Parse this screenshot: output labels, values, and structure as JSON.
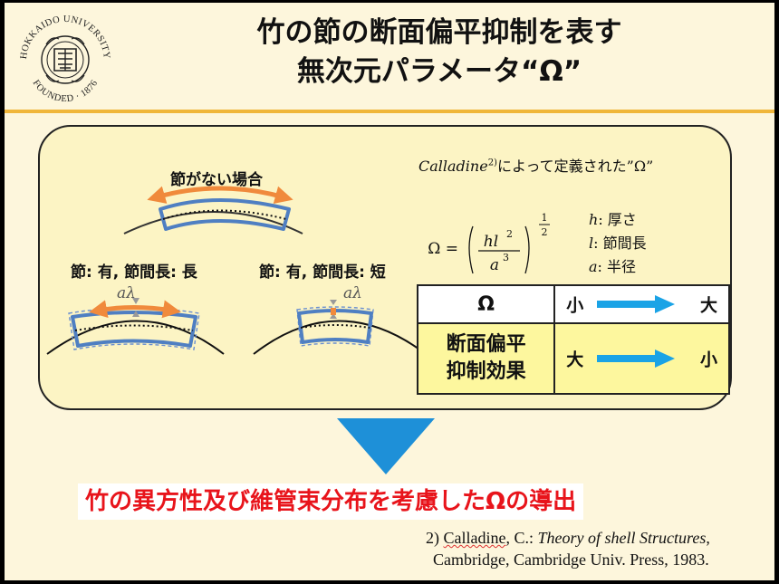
{
  "slide": {
    "title_line1": "竹の節の断面偏平抑制を表す",
    "title_line2": "無次元パラメータ“Ω”",
    "logo_ring_text": "HOKKAIDO UNIVERSITY · FOUNDED 1876"
  },
  "diagram": {
    "case_no_node": "節がない場合",
    "case_long": "節: 有, 節間長: 長",
    "case_short": "節: 有, 節間長: 短",
    "amp_label": "aλ"
  },
  "calladine": {
    "name": "Calladine",
    "ref_mark": "2)",
    "text": "によって定義された”Ω”"
  },
  "formula": {
    "lhs": "Ω =",
    "num": "hl",
    "num_exp": "2",
    "den": "a",
    "den_exp": "3",
    "power_num": "1",
    "power_den": "2"
  },
  "legend": [
    {
      "sym": "h",
      "text": ": 厚さ"
    },
    {
      "sym": "l",
      "text": ": 節間長"
    },
    {
      "sym": "a",
      "text": ": 半径"
    }
  ],
  "table": {
    "row1_head": "Ω",
    "row1_left": "小",
    "row1_right": "大",
    "row2_head_line1": "断面偏平",
    "row2_head_line2": "抑制効果",
    "row2_left": "大",
    "row2_right": "小"
  },
  "conclusion": "竹の異方性及び維管束分布を考慮したΩの導出",
  "reference": {
    "prefix": "2) ",
    "author": "Calladine",
    "author_rest": ", C.: ",
    "book": "Theory of shell Structures",
    "after_book": ",",
    "line2": "Cambridge, Cambridge Univ. Press, 1983."
  },
  "colors": {
    "accent_orange": "#f0b63a",
    "arrow_orange": "#f08a3c",
    "shell_blue": "#4f7fc2",
    "arrow_cyan": "#1aa3e6",
    "triangle_blue": "#1e90d8",
    "conclusion_red": "#e8141b"
  }
}
